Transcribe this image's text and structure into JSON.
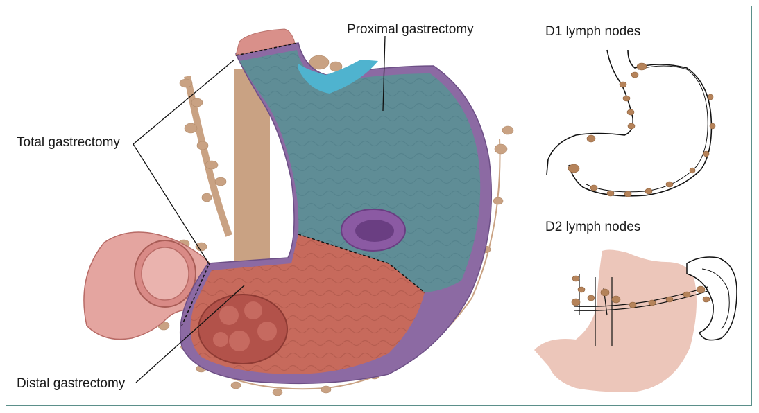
{
  "labels": {
    "proximal": "Proximal gastrectomy",
    "total": "Total gastrectomy",
    "distal": "Distal gastrectomy",
    "d1": "D1 lymph nodes",
    "d2": "D2 lymph nodes"
  },
  "colors": {
    "frame": "#5b8f8a",
    "proximal_region": "#5f8d96",
    "distal_region": "#c76a5c",
    "outer_wall": "#8c6aa3",
    "lymph_node": "#b5835a",
    "vessel": "#c9a283",
    "tumor_proximal": "#8b5aa3",
    "tumor_distal": "#b2524a",
    "d2_stomach": "#ecc6ba"
  }
}
